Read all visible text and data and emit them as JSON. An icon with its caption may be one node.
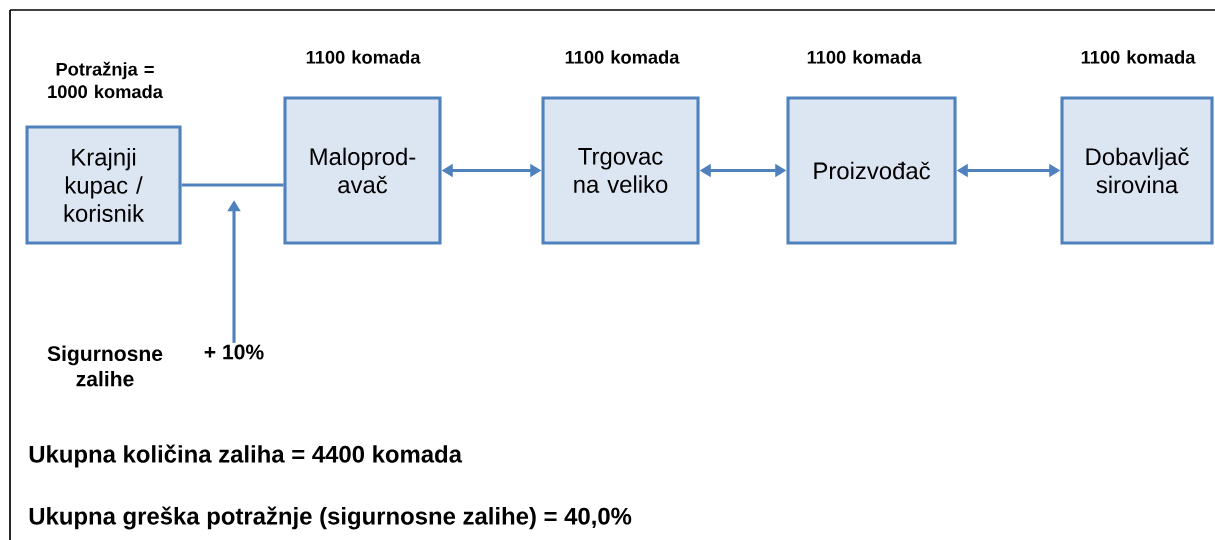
{
  "diagram": {
    "nodes": [
      {
        "text": [
          "Krajnji kupac / korisnik"
        ],
        "beside": [
          "Potražnja = 1000 komada"
        ]
      },
      {
        "text": [
          "Maloprod- avač"
        ],
        "beside": [
          "1100 komada"
        ]
      },
      {
        "text": [
          "Trgovac na veliko"
        ],
        "beside": [
          "1100 komada"
        ]
      },
      {
        "text": [
          "Proizvođač"
        ],
        "beside": [
          "1100 komada"
        ]
      },
      {
        "text": [
          "Dobavljač sirovina"
        ],
        "beside": [
          "1100 komada"
        ]
      },
      {
        "text": [
          "+ 10%"
        ]
      }
    ],
    "edges": [
      {
        "from": 0,
        "to": 1,
        "arrow": "none"
      },
      {
        "from": 1,
        "to": 2,
        "arrow": "both"
      },
      {
        "from": 2,
        "to": 3,
        "arrow": "both"
      },
      {
        "from": 3,
        "to": 4,
        "arrow": "both"
      },
      {
        "from": 5,
        "to": null,
        "arrow": "to"
      }
    ],
    "labels": [
      "Sigurnosne zalihe",
      "Ukupna količina zaliha  = 4400 komada",
      "Ukupna greška potražnje (sigurnosne zalihe) = 40,0%"
    ]
  }
}
